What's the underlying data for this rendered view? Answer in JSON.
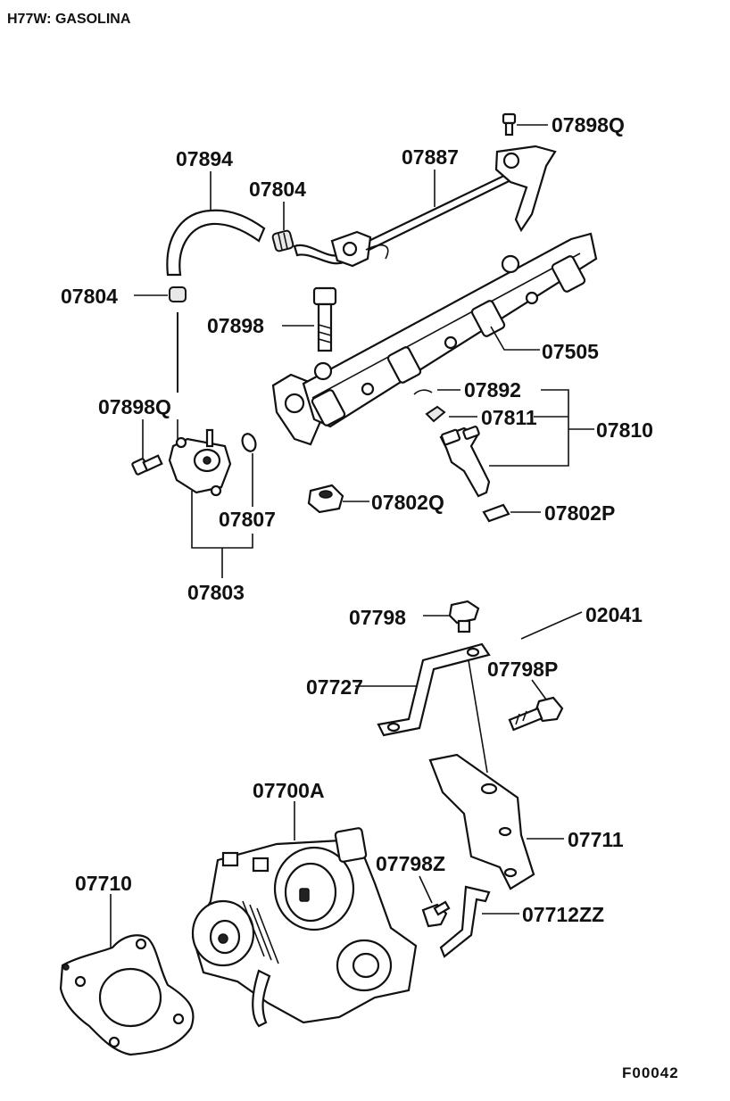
{
  "header": {
    "model": "H77W: GASOLINA"
  },
  "footer": {
    "code": "F00042"
  },
  "parts": {
    "p07898Q_top": "07898Q",
    "p07894": "07894",
    "p07887": "07887",
    "p07804_top": "07804",
    "p07804_left": "07804",
    "p07898": "07898",
    "p07505": "07505",
    "p07898Q_left": "07898Q",
    "p07892": "07892",
    "p07811": "07811",
    "p07810": "07810",
    "p07807": "07807",
    "p07803": "07803",
    "p07802Q": "07802Q",
    "p07802P": "07802P",
    "p07798": "07798",
    "p02041": "02041",
    "p07727": "07727",
    "p07798P": "07798P",
    "p07700A": "07700A",
    "p07711": "07711",
    "p07710": "07710",
    "p07798Z": "07798Z",
    "p07712ZZ": "07712ZZ"
  }
}
